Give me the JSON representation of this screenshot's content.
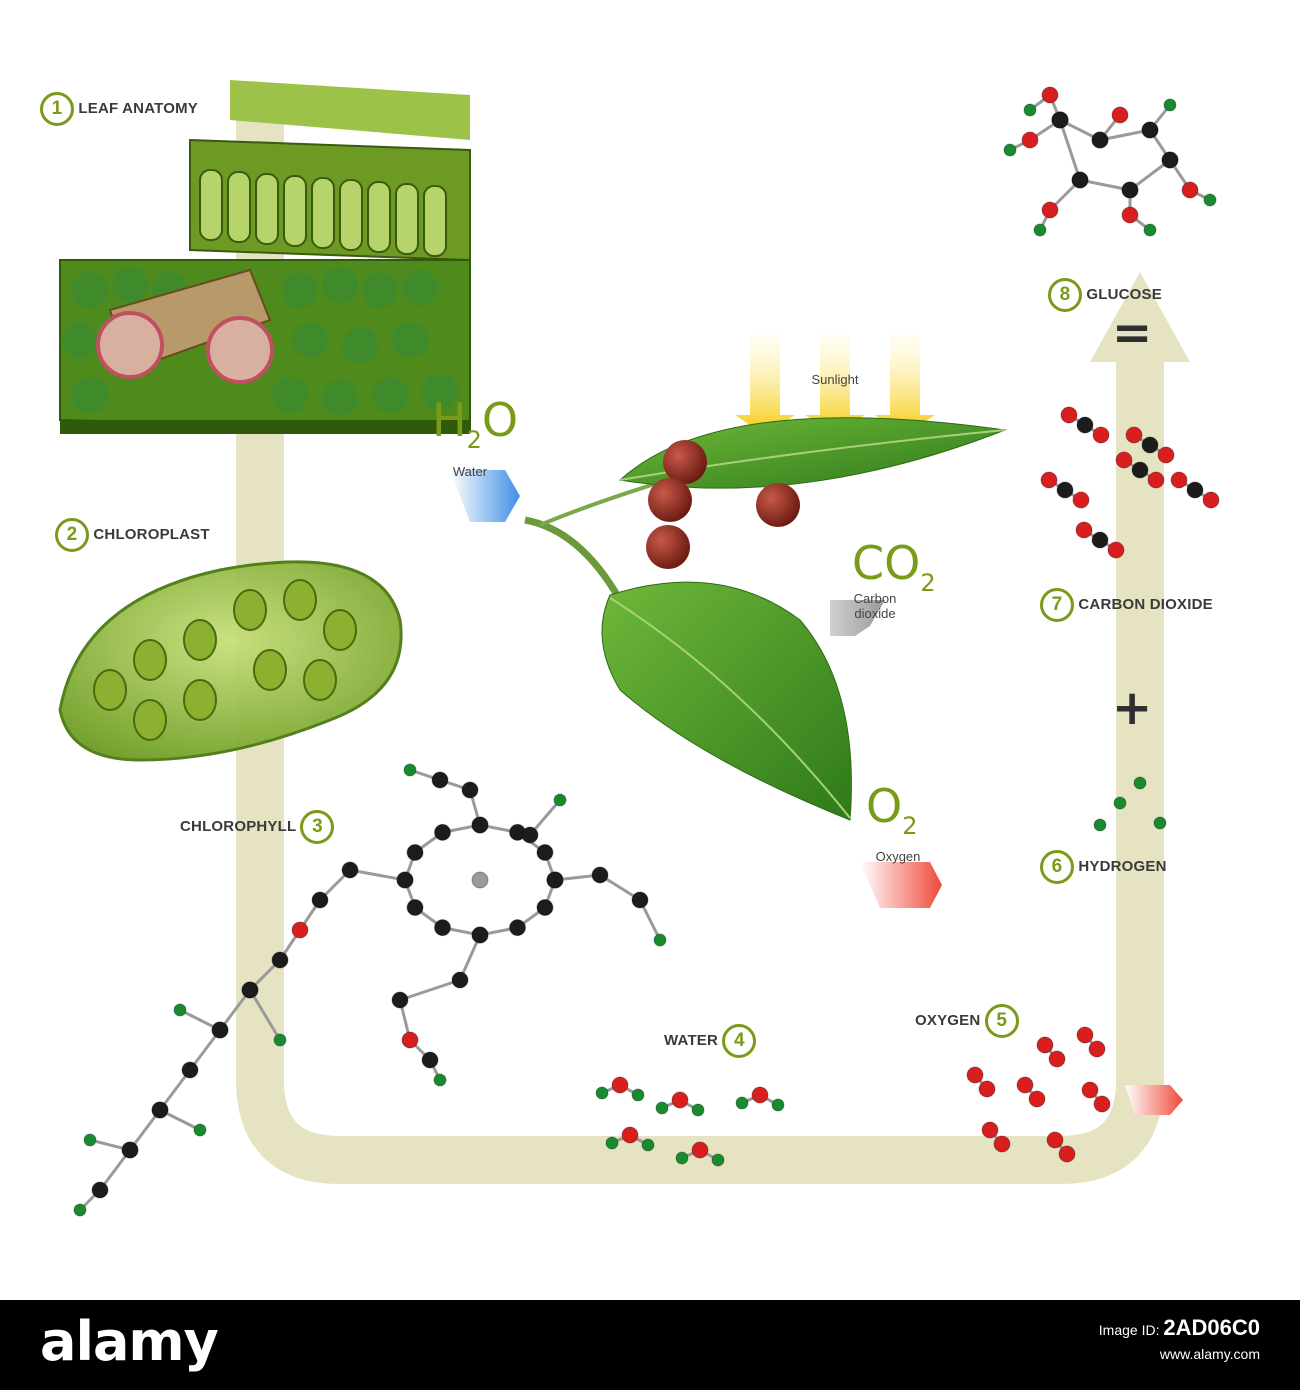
{
  "labels": {
    "leaf_anatomy": {
      "number": "1",
      "text": "LEAF ANATOMY"
    },
    "chloroplast": {
      "number": "2",
      "text": "CHLOROPLAST"
    },
    "chlorophyll": {
      "number": "3",
      "text": "CHLOROPHYLL"
    },
    "water": {
      "number": "4",
      "text": "WATER"
    },
    "oxygen": {
      "number": "5",
      "text": "OXYGEN"
    },
    "hydrogen": {
      "number": "6",
      "text": "HYDROGEN"
    },
    "carbon_dioxide": {
      "number": "7",
      "text": "CARBON DIOXIDE"
    },
    "glucose": {
      "number": "8",
      "text": "GLUCOSE"
    }
  },
  "inputs": {
    "sunlight": "Sunlight",
    "h2o": {
      "main": "H",
      "sub": "2",
      "tail": "O",
      "caption": "Water"
    },
    "co2": {
      "main": "CO",
      "sub": "2",
      "caption_line1": "Carbon",
      "caption_line2": "dioxide"
    },
    "o2": {
      "main": "O",
      "sub": "2",
      "caption": "Oxygen"
    }
  },
  "signs": {
    "equals": "=",
    "plus": "+"
  },
  "colors": {
    "accent_green": "#7a9a1a",
    "flow_path": "#e6e3c2",
    "water_arrow": "#3f8fe6",
    "co2_arrow": "#a8a8a8",
    "o2_arrow": "#ef4a3a",
    "sunlight": "#f5c800",
    "atom_carbon": "#1c1c1c",
    "atom_hydrogen": "#1a8a2e",
    "atom_oxygen": "#d81e1e",
    "atom_nitrogen": "#1f4fd8"
  },
  "footer": {
    "brand": "alamy",
    "image_id_label": "Image ID:",
    "image_id": "2AD06C0",
    "site": "www.alamy.com"
  }
}
